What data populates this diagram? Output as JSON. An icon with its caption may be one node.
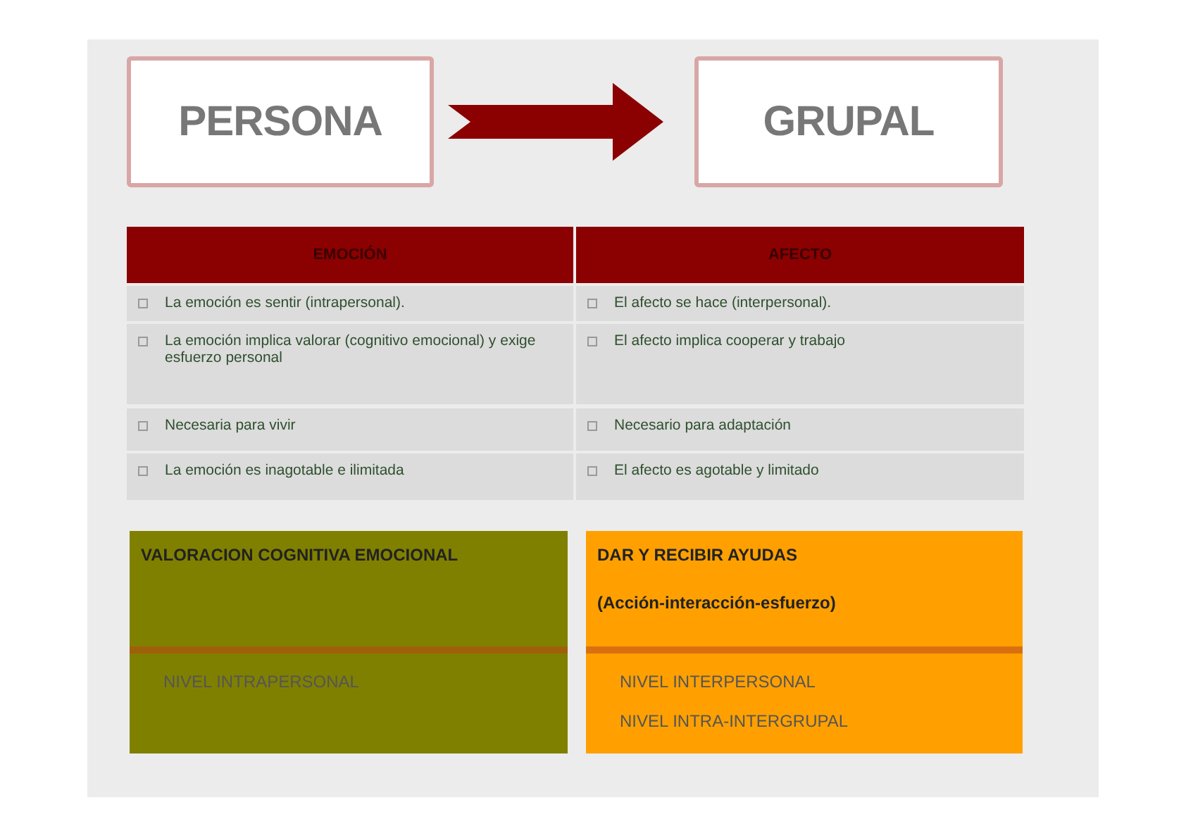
{
  "diagram": {
    "nodes": [
      {
        "text": [
          "PERSONA"
        ]
      },
      {
        "text": [
          "GRUPAL"
        ]
      },
      {
        "text": [
          "VALORACION COGNITIVA EMOCIONAL",
          "NIVEL INTRAPERSONAL"
        ]
      },
      {
        "text": [
          "DAR Y RECIBIR AYUDAS",
          "(Acción-interacción-esfuerzo)",
          "NIVEL INTERPERSONAL",
          "NIVEL INTRA-INTERGRUPAL"
        ]
      }
    ],
    "edges": [
      {
        "from": 0,
        "to": 1,
        "arrow": "to",
        "style": "thick",
        "color": "#8b0000"
      }
    ],
    "labels": [
      "EMOCIÓN",
      "AFECTO",
      "La emoción es sentir (intrapersonal).",
      "El afecto se hace (interpersonal).",
      "La emoción implica valorar (cognitivo emocional) y exige esfuerzo personal",
      "El afecto implica cooperar y trabajo",
      "Necesaria para vivir",
      "Necesario para adaptación",
      "La emoción es inagotable e ilimitada",
      "El afecto es agotable y limitado"
    ]
  }
}
